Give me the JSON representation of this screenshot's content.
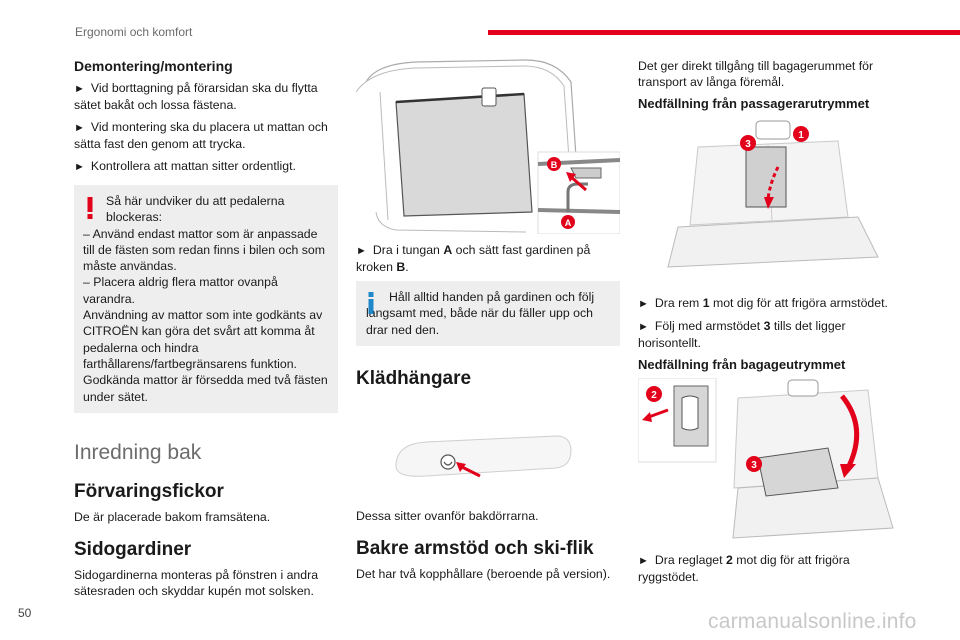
{
  "header": {
    "title": "Ergonomi och komfort",
    "accent_color": "#e2001a"
  },
  "footer": {
    "page_number": "50",
    "watermark": "carmanualsonline.info"
  },
  "col1": {
    "heading": "Demontering/montering",
    "steps": [
      "Vid borttagning på förarsidan ska du flytta sätet bakåt och lossa fästena.",
      "Vid montering ska du placera ut mattan och sätta fast den genom att trycka.",
      "Kontrollera att mattan sitter ordentligt."
    ],
    "warning": {
      "icon": "exclamation-icon",
      "line1": "Så här undviker du att pedalerna blockeras:",
      "line2": "– Använd endast mattor som är anpassade till de fästen som redan finns i bilen och som måste användas.",
      "line3": "– Placera aldrig flera mattor ovanpå varandra.",
      "line4": "Användning av mattor som inte godkänts av CITROËN kan göra det svårt att komma åt pedalerna och hindra farthållarens/fartbegränsarens funktion.",
      "line5": "Godkända mattor är försedda med två fästen under sätet."
    },
    "section_title": "Inredning bak",
    "h_pockets": "Förvaringsfickor",
    "p_pockets": "De är placerade bakom framsätena.",
    "h_curtains": "Sidogardiner",
    "p_curtains": "Sidogardinerna monteras på fönstren i andra sätesraden och skyddar kupén mot solsken."
  },
  "col2": {
    "fig1_labels": {
      "b": "B",
      "a": "A"
    },
    "step_pre": "Dra i tungan ",
    "step_a": "A",
    "step_mid": " och sätt fast gardinen på kroken ",
    "step_b": "B",
    "step_post": ".",
    "info_icon": "info-icon",
    "info_text": "Håll alltid handen på gardinen och följ långsamt med, både när du fäller upp och drar ned den.",
    "h_hanger": "Klädhängare",
    "p_hanger": "Dessa sitter ovanför bakdörrarna.",
    "h_armrest": "Bakre armstöd och ski-flik",
    "p_armrest": "Det har två kopphållare (beroende på version)."
  },
  "col3": {
    "p_intro": "Det ger direkt tillgång till bagagerummet för transport av långa föremål.",
    "h_passenger": "Nedfällning från passagerarutrymmet",
    "fig_labels": {
      "one": "1",
      "two": "2",
      "three": "3"
    },
    "s1_pre": "Dra rem ",
    "s1_num": "1",
    "s1_post": " mot dig för att frigöra armstödet.",
    "s2_pre": "Följ med armstödet ",
    "s2_num": "3",
    "s2_post": " tills det ligger horisontellt.",
    "h_boot": "Nedfällning från bagageutrymmet",
    "s3_pre": "Dra reglaget ",
    "s3_num": "2",
    "s3_post": " mot dig för att frigöra ryggstödet."
  }
}
